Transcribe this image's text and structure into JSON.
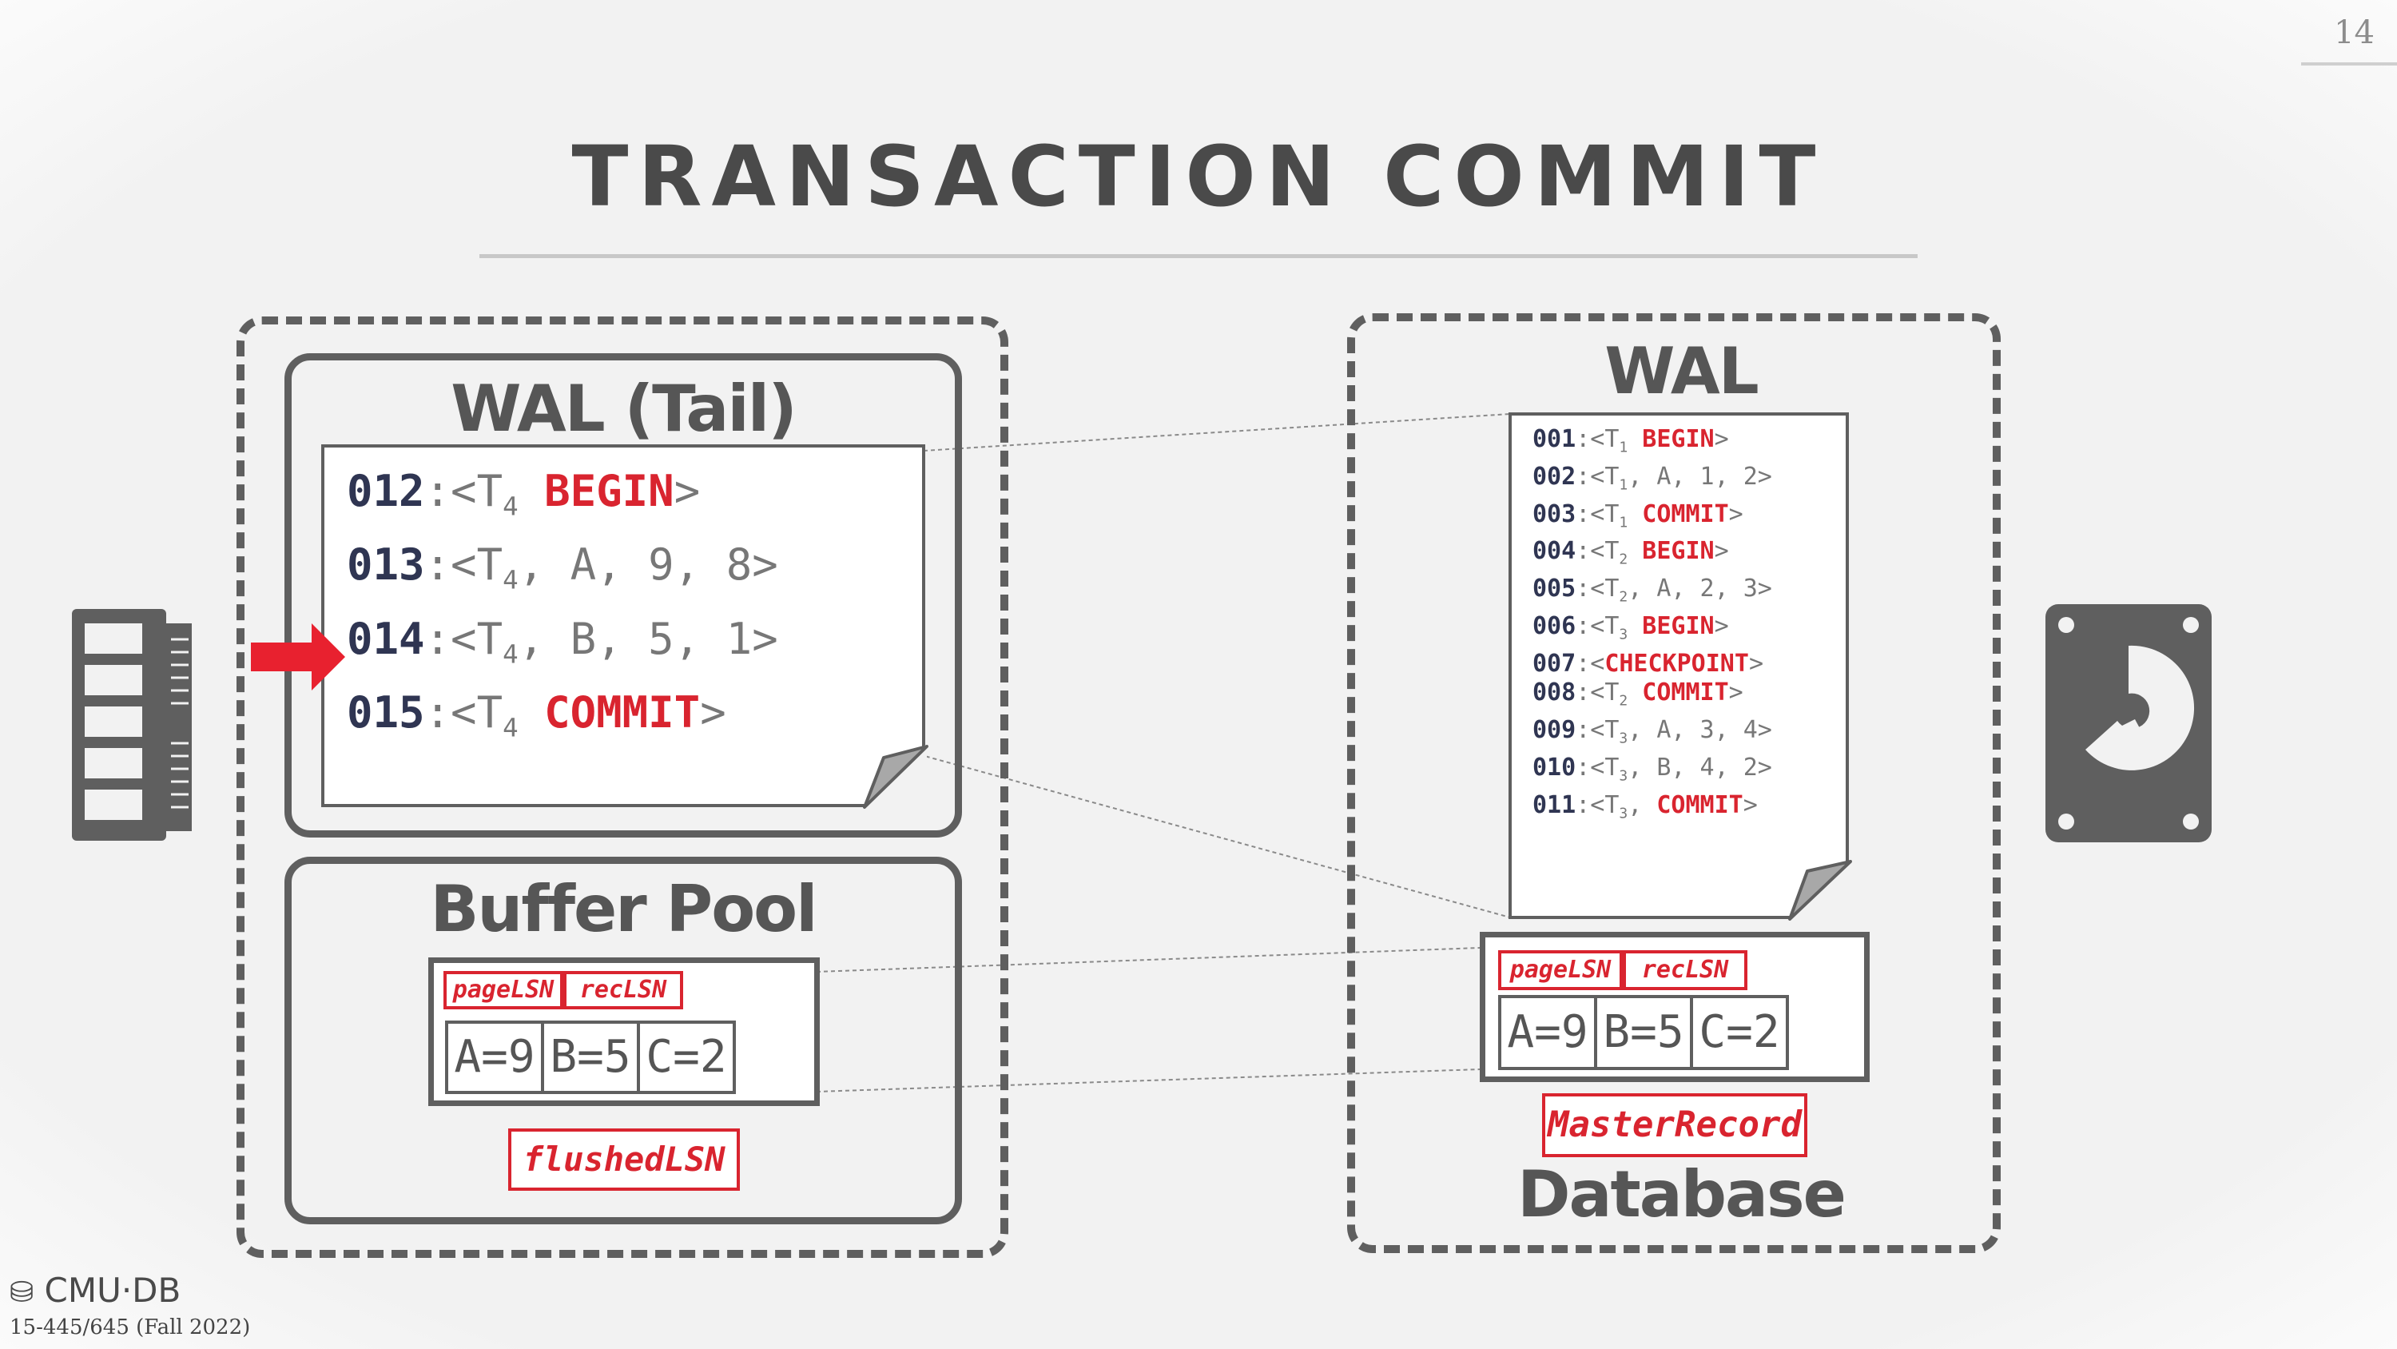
{
  "slide": {
    "page_number": "14",
    "title": "TRANSACTION COMMIT",
    "footer_logo": "CMU·DB",
    "footer_course": "15-445/645 (Fall 2022)"
  },
  "memory": {
    "wal_tail": {
      "heading": "WAL (Tail)",
      "entries": [
        {
          "lsn": "012",
          "sep": ":<",
          "txn": "T",
          "sub": "4",
          "rest": " ",
          "kw": "BEGIN",
          "close": ">"
        },
        {
          "lsn": "013",
          "sep": ":<",
          "txn": "T",
          "sub": "4",
          "rest": ", A, 9, 8>",
          "kw": "",
          "close": ""
        },
        {
          "lsn": "014",
          "sep": ":<",
          "txn": "T",
          "sub": "4",
          "rest": ", B, 5, 1>",
          "kw": "",
          "close": ""
        },
        {
          "lsn": "015",
          "sep": ":<",
          "txn": "T",
          "sub": "4",
          "rest": " ",
          "kw": "COMMIT",
          "close": ">"
        }
      ]
    },
    "buffer_pool": {
      "heading": "Buffer Pool",
      "page_lsn": "pageLSN",
      "rec_lsn": "recLSN",
      "cells": [
        "A=9",
        "B=5",
        "C=2"
      ],
      "flushed_lsn": "flushedLSN"
    }
  },
  "disk": {
    "wal": {
      "heading": "WAL",
      "entries": [
        {
          "lsn": "001",
          "sep": ":<",
          "txn": "T",
          "sub": "1",
          "rest": " ",
          "kw": "BEGIN",
          "close": ">"
        },
        {
          "lsn": "002",
          "sep": ":<",
          "txn": "T",
          "sub": "1",
          "rest": ", A, 1, 2>",
          "kw": "",
          "close": ""
        },
        {
          "lsn": "003",
          "sep": ":<",
          "txn": "T",
          "sub": "1",
          "rest": " ",
          "kw": "COMMIT",
          "close": ">"
        },
        {
          "lsn": "004",
          "sep": ":<",
          "txn": "T",
          "sub": "2",
          "rest": " ",
          "kw": "BEGIN",
          "close": ">"
        },
        {
          "lsn": "005",
          "sep": ":<",
          "txn": "T",
          "sub": "2",
          "rest": ", A, 2, 3>",
          "kw": "",
          "close": ""
        },
        {
          "lsn": "006",
          "sep": ":<",
          "txn": "T",
          "sub": "3",
          "rest": " ",
          "kw": "BEGIN",
          "close": ">"
        },
        {
          "lsn": "007",
          "sep": ":<",
          "txn": "",
          "sub": "",
          "rest": "",
          "kw": "CHECKPOINT",
          "close": ">"
        },
        {
          "lsn": "008",
          "sep": ":<",
          "txn": "T",
          "sub": "2",
          "rest": " ",
          "kw": "COMMIT",
          "close": ">"
        },
        {
          "lsn": "009",
          "sep": ":<",
          "txn": "T",
          "sub": "3",
          "rest": ", A, 3, 4>",
          "kw": "",
          "close": ""
        },
        {
          "lsn": "010",
          "sep": ":<",
          "txn": "T",
          "sub": "3",
          "rest": ", B, 4, 2>",
          "kw": "",
          "close": ""
        },
        {
          "lsn": "011",
          "sep": ":<",
          "txn": "T",
          "sub": "3",
          "rest": ", ",
          "kw": "COMMIT",
          "close": ">"
        }
      ]
    },
    "database": {
      "heading": "Database",
      "page_lsn": "pageLSN",
      "rec_lsn": "recLSN",
      "cells": [
        "A=9",
        "B=5",
        "C=2"
      ],
      "master_record": "MasterRecord"
    }
  },
  "icons": {
    "memory": "ram-chip-icon",
    "disk": "hard-disk-icon",
    "pointer": "red-arrow-icon",
    "logo": "database-logo-icon"
  },
  "colors": {
    "accent_red": "#d9242f",
    "lsn_navy": "#2f3552",
    "outline_gray": "#5f5f5f",
    "title_gray": "#4a4a4a"
  }
}
